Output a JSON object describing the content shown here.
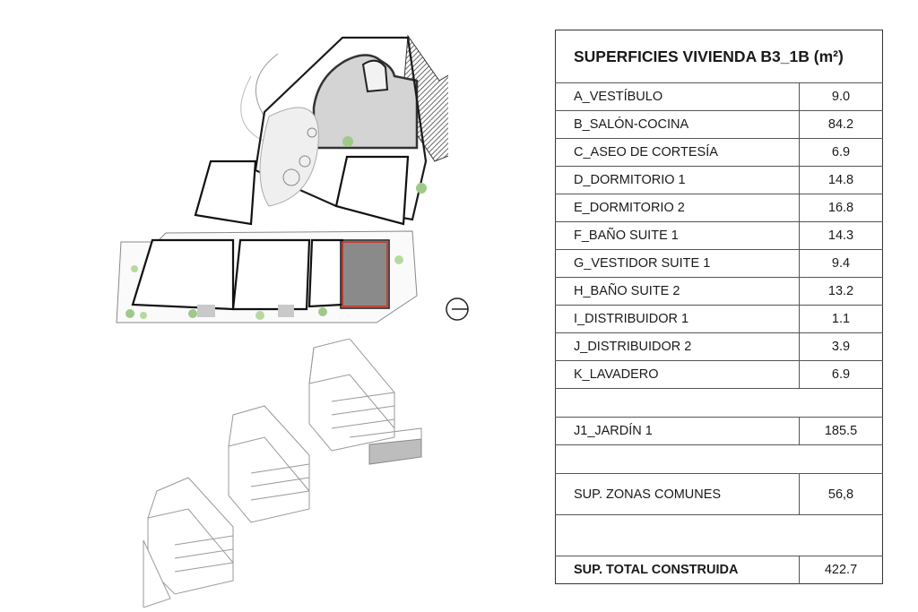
{
  "table": {
    "title": "SUPERFICIES VIVIENDA B3_1B (m²)",
    "rooms": [
      {
        "label": "A_VESTÍBULO",
        "value": "9.0"
      },
      {
        "label": "B_SALÓN-COCINA",
        "value": "84.2"
      },
      {
        "label": "C_ASEO DE CORTESÍA",
        "value": "6.9"
      },
      {
        "label": "D_DORMITORIO 1",
        "value": "14.8"
      },
      {
        "label": "E_DORMITORIO 2",
        "value": "16.8"
      },
      {
        "label": "F_BAÑO SUITE 1",
        "value": "14.3"
      },
      {
        "label": "G_VESTIDOR SUITE 1",
        "value": "9.4"
      },
      {
        "label": "H_BAÑO SUITE 2",
        "value": "13.2"
      },
      {
        "label": "I_DISTRIBUIDOR 1",
        "value": "1.1"
      },
      {
        "label": "J_DISTRIBUIDOR 2",
        "value": "3.9"
      },
      {
        "label": "K_LAVADERO",
        "value": "6.9"
      }
    ],
    "garden": {
      "label": "J1_JARDÍN 1",
      "value": "185.5"
    },
    "common": {
      "label": "SUP. ZONAS COMUNES",
      "value": "56,8"
    },
    "total": {
      "label": "SUP. TOTAL CONSTRUIDA",
      "value": "422.7"
    }
  },
  "colors": {
    "highlight_unit": "#8a8a8a",
    "highlight_border": "#c0392b",
    "pool_area": "#d4d4d4",
    "hatch": "#555555"
  }
}
